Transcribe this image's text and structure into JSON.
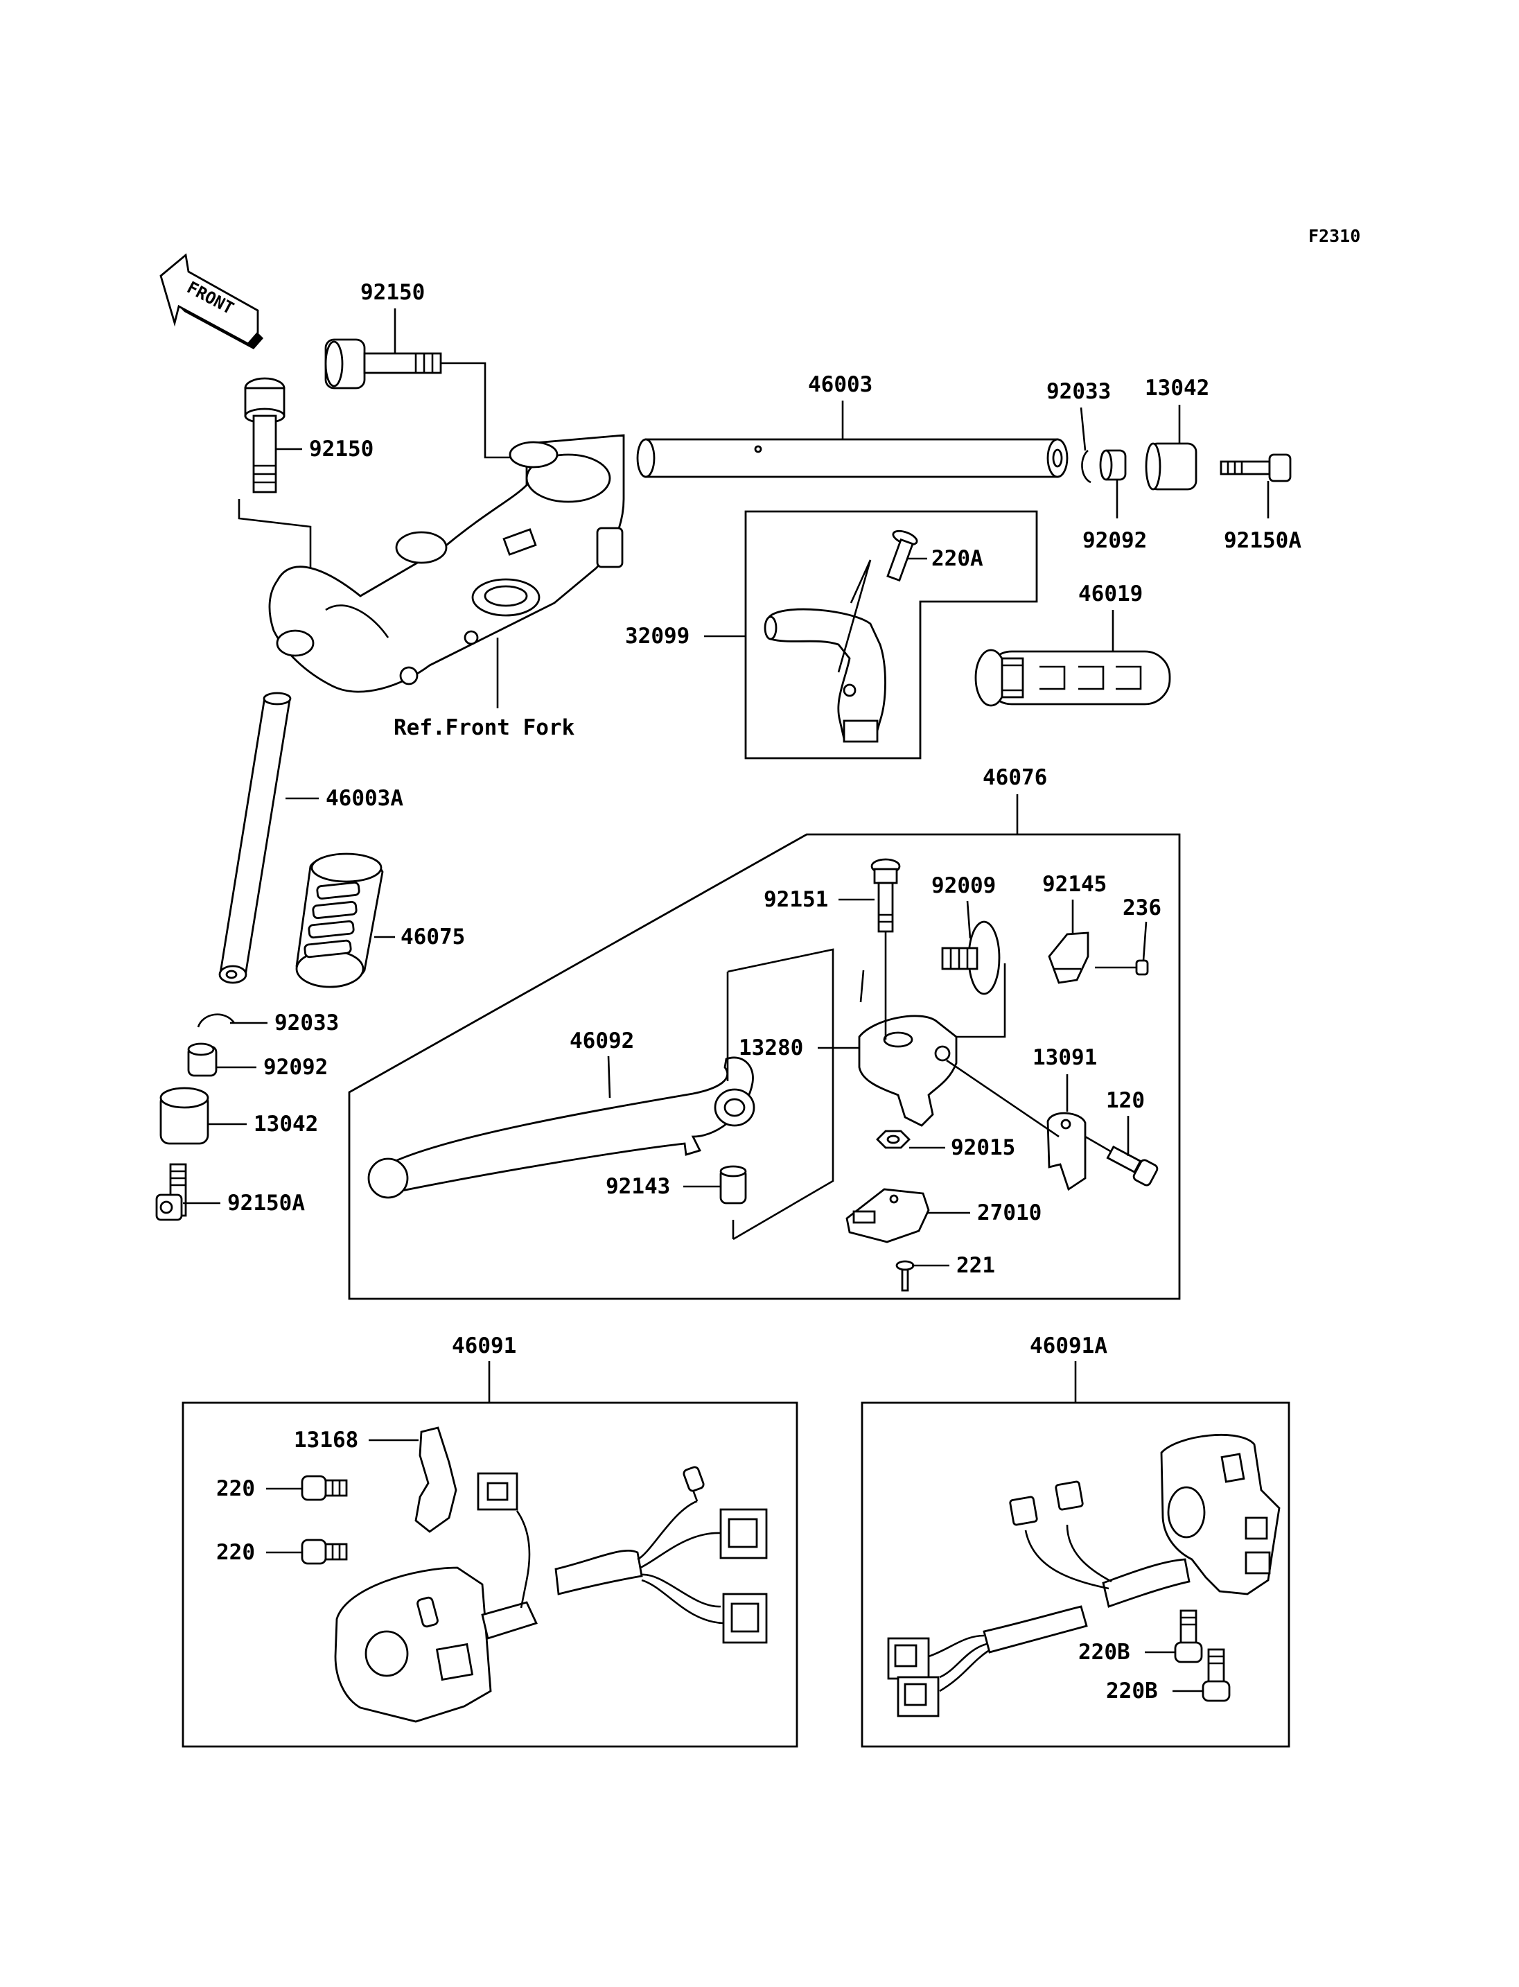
{
  "figure_code": "F2310",
  "front_label": "FRONT",
  "reference_note": "Ref.Front Fork",
  "labels": {
    "l_92150_top": "92150",
    "l_92150_left": "92150",
    "l_46003": "46003",
    "l_92033_top": "92033",
    "l_13042_top": "13042",
    "l_92092_top": "92092",
    "l_92150A_top": "92150A",
    "l_220A": "220A",
    "l_32099": "32099",
    "l_46019": "46019",
    "l_46003A": "46003A",
    "l_46075": "46075",
    "l_92033_left": "92033",
    "l_92092_left": "92092",
    "l_13042_left": "13042",
    "l_92150A_left": "92150A",
    "l_46076": "46076",
    "l_92151": "92151",
    "l_92009": "92009",
    "l_92145": "92145",
    "l_236": "236",
    "l_46092": "46092",
    "l_13280": "13280",
    "l_13091": "13091",
    "l_120": "120",
    "l_92015": "92015",
    "l_92143": "92143",
    "l_27010": "27010",
    "l_221": "221",
    "l_46091": "46091",
    "l_46091A": "46091A",
    "l_13168": "13168",
    "l_220_a": "220",
    "l_220_b": "220",
    "l_220B_a": "220B",
    "l_220B_b": "220B"
  }
}
